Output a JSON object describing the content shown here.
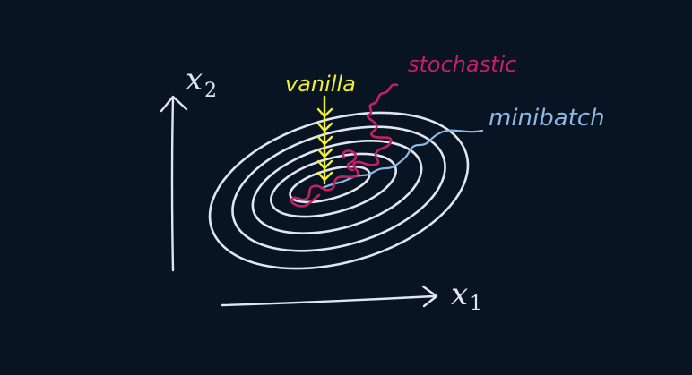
{
  "axes": {
    "x_label": "x",
    "x_subscript": "1",
    "y_label": "x",
    "y_subscript": "2"
  },
  "labels": {
    "vanilla": "vanilla",
    "stochastic": "stochastic",
    "minibatch": "minibatch"
  },
  "colors": {
    "background": "#081422",
    "contours": "#dfe6f2",
    "vanilla": "#f2ee3c",
    "stochastic": "#c71f67",
    "minibatch": "#8db8e4"
  },
  "contour_count": 5
}
